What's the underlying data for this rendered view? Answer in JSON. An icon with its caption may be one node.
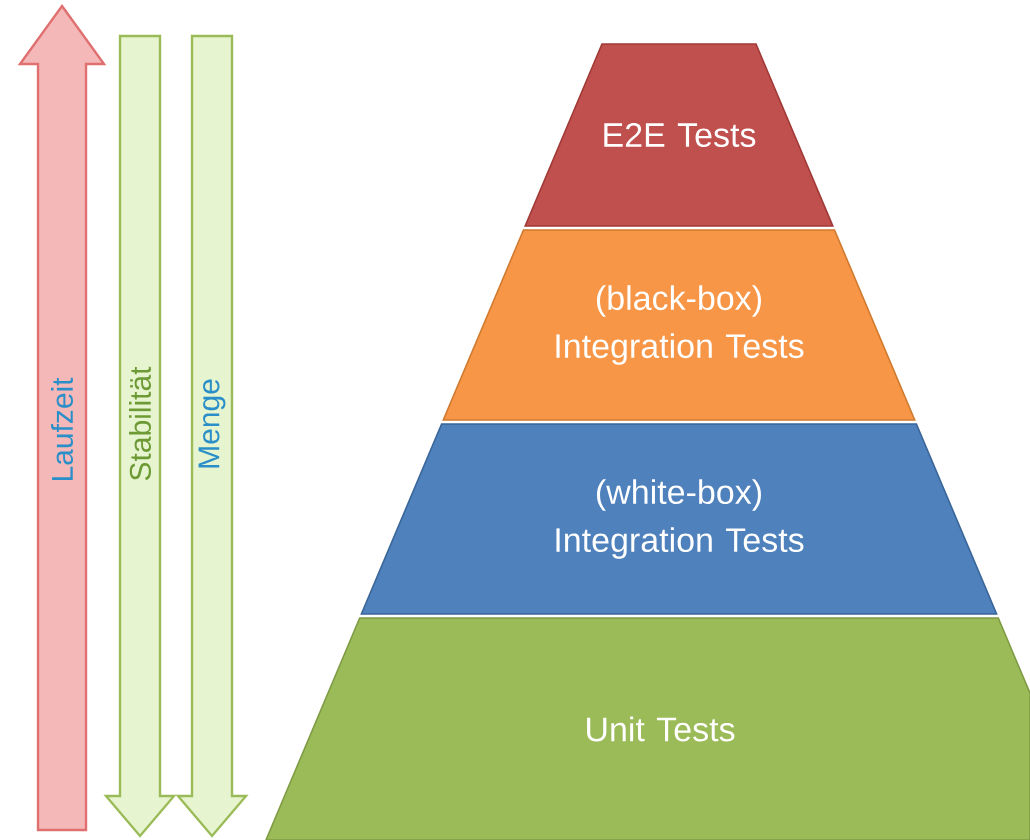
{
  "diagram": {
    "nodes": [
      {
        "text": [
          "Laufzeit"
        ]
      },
      {
        "text": [
          "Stabilität"
        ]
      },
      {
        "text": [
          "Menge"
        ]
      },
      {
        "text": [
          "E2E Tests"
        ]
      },
      {
        "text": [
          "(black-box) Integration Tests"
        ]
      },
      {
        "text": [
          "(white-box) Integration Tests"
        ]
      },
      {
        "text": [
          "Unit Tests"
        ]
      }
    ]
  }
}
